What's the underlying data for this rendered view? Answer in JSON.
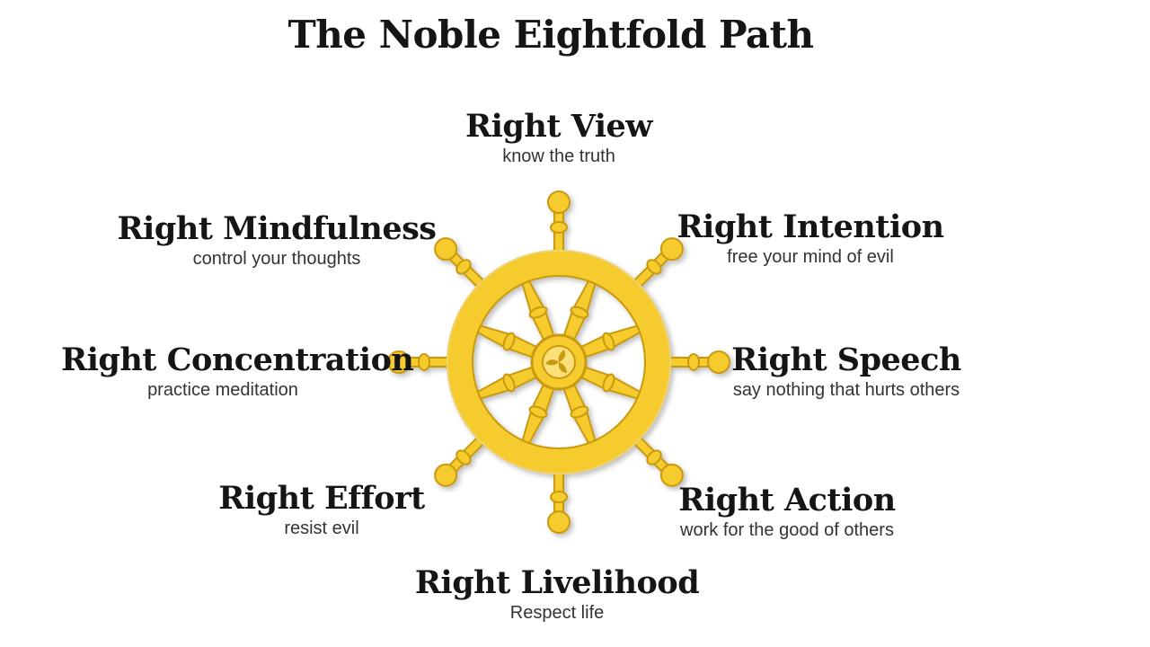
{
  "title": "The Noble Eightfold Path",
  "colors": {
    "wheel_gold": "#f6cb2e",
    "wheel_dark": "#c99a10",
    "text": "#151515"
  },
  "path": [
    {
      "name": "Right View",
      "description": "know the truth"
    },
    {
      "name": "Right Intention",
      "description": "free your mind of evil"
    },
    {
      "name": "Right Speech",
      "description": "say nothing that hurts others"
    },
    {
      "name": "Right Action",
      "description": "work for the good of others"
    },
    {
      "name": "Right Livelihood",
      "description": "Respect life"
    },
    {
      "name": "Right Effort",
      "description": "resist evil"
    },
    {
      "name": "Right Concentration",
      "description": "practice meditation"
    },
    {
      "name": "Right Mindfulness",
      "description": "control your thoughts"
    }
  ]
}
